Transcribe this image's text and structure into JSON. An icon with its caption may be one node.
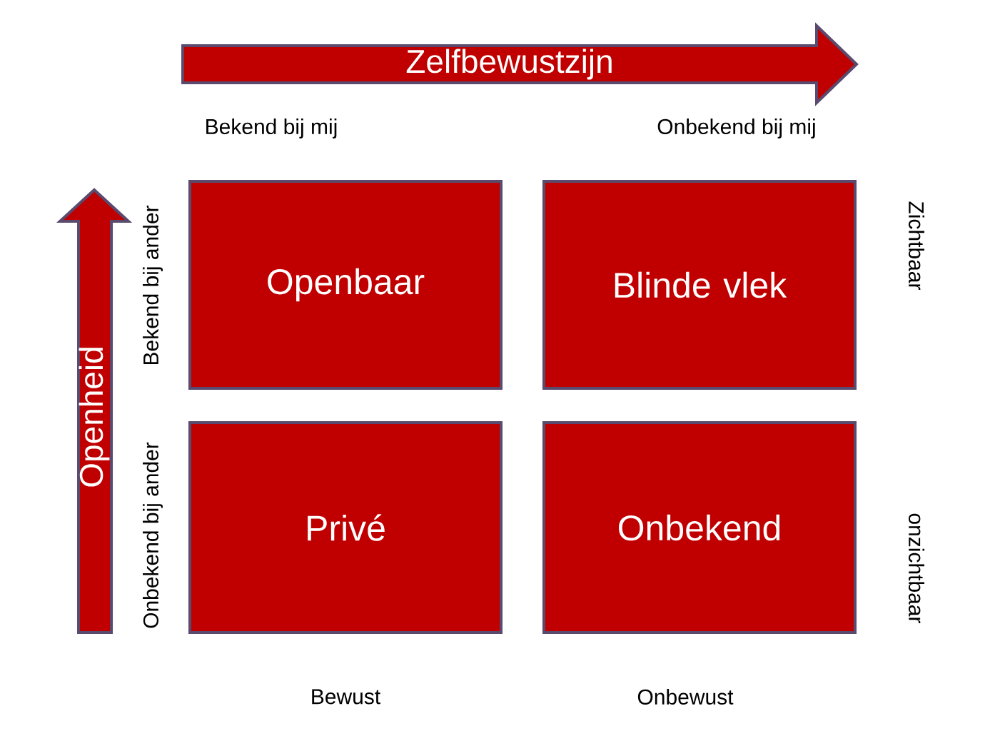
{
  "diagram": {
    "nodes": [
      {
        "text": [
          "Openbaar"
        ]
      },
      {
        "text": [
          "Blinde vlek"
        ]
      },
      {
        "text": [
          "Privé"
        ]
      },
      {
        "text": [
          "Onbekend"
        ]
      }
    ],
    "edges": [],
    "labels": [
      "Zelfbewustzijn",
      "Openheid",
      "Bekend bij mij",
      "Onbekend bij mij",
      "Bekend bij ander",
      "Onbekend bij ander",
      "Zichtbaar",
      "onzichtbaar",
      "Bewust",
      "Onbewust"
    ]
  }
}
